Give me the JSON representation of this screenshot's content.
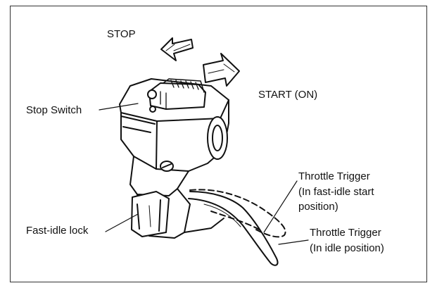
{
  "labels": {
    "stop": "STOP",
    "start": "START (ON)",
    "stop_switch": "Stop Switch",
    "fast_idle_lock": "Fast-idle lock",
    "throttle_fast_line1": "Throttle Trigger",
    "throttle_fast_line2": "(In fast-idle start",
    "throttle_fast_line3": "position)",
    "throttle_idle_line1": "Throttle Trigger",
    "throttle_idle_line2": "(In idle position)"
  }
}
